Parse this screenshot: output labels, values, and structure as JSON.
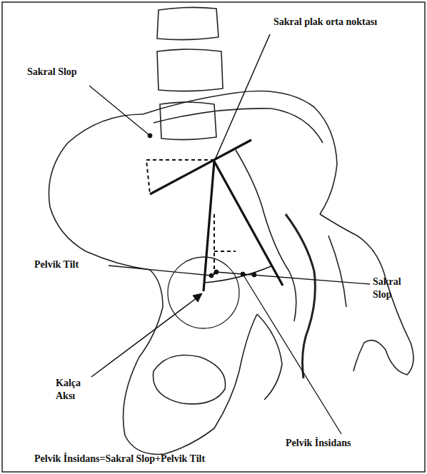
{
  "diagram": {
    "labels": [
      "Sakral plak orta noktası",
      "Sakral Slop",
      "Sakral Slop",
      "Pelvik Tilt",
      "Kalça Aksı",
      "Pelvik İnsidans",
      "Pelvik İnsidans=Sakral Slop+Pelvik Tilt"
    ]
  }
}
